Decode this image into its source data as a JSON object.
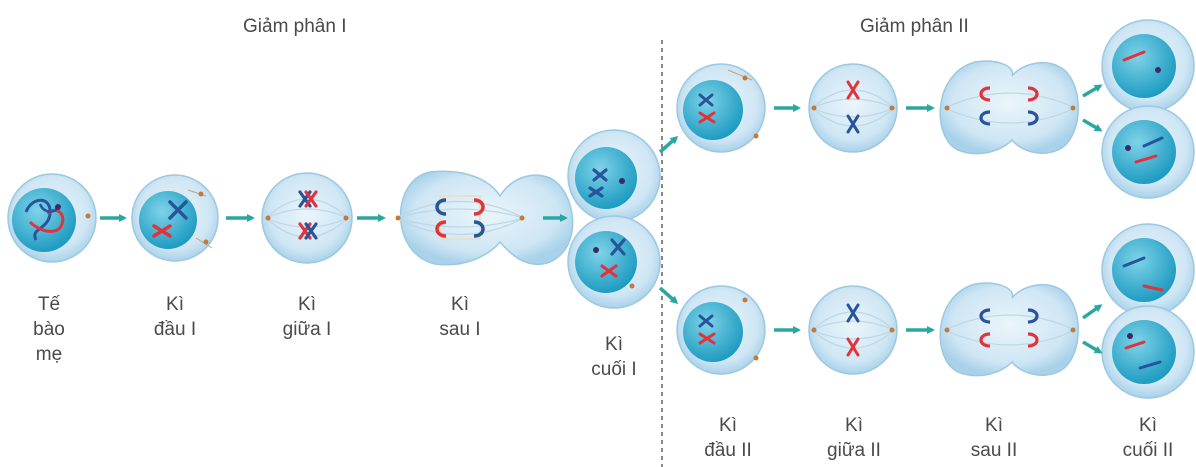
{
  "titles": {
    "meiosis1": "Giảm phân I",
    "meiosis2": "Giảm phân II"
  },
  "stages": {
    "mother": [
      "Tế",
      "bào",
      "mẹ"
    ],
    "prophase1": [
      "Kì",
      "đầu I"
    ],
    "metaphase1": [
      "Kì",
      "giữa I"
    ],
    "anaphase1": [
      "Kì",
      "sau I"
    ],
    "telophase1": [
      "Kì",
      "cuối I"
    ],
    "prophase2": [
      "Kì",
      "đầu II"
    ],
    "metaphase2": [
      "Kì",
      "giữa II"
    ],
    "anaphase2": [
      "Kì",
      "sau II"
    ],
    "telophase2": [
      "Kì",
      "cuối II"
    ]
  },
  "colors": {
    "cytoplasm": "#cfe6f4",
    "nucleus": "#3fb3d2",
    "arrow": "#2aa8a0",
    "chromosome_red": "#e2323a",
    "chromosome_blue": "#27549b",
    "spindle": "#bcd7e6"
  }
}
